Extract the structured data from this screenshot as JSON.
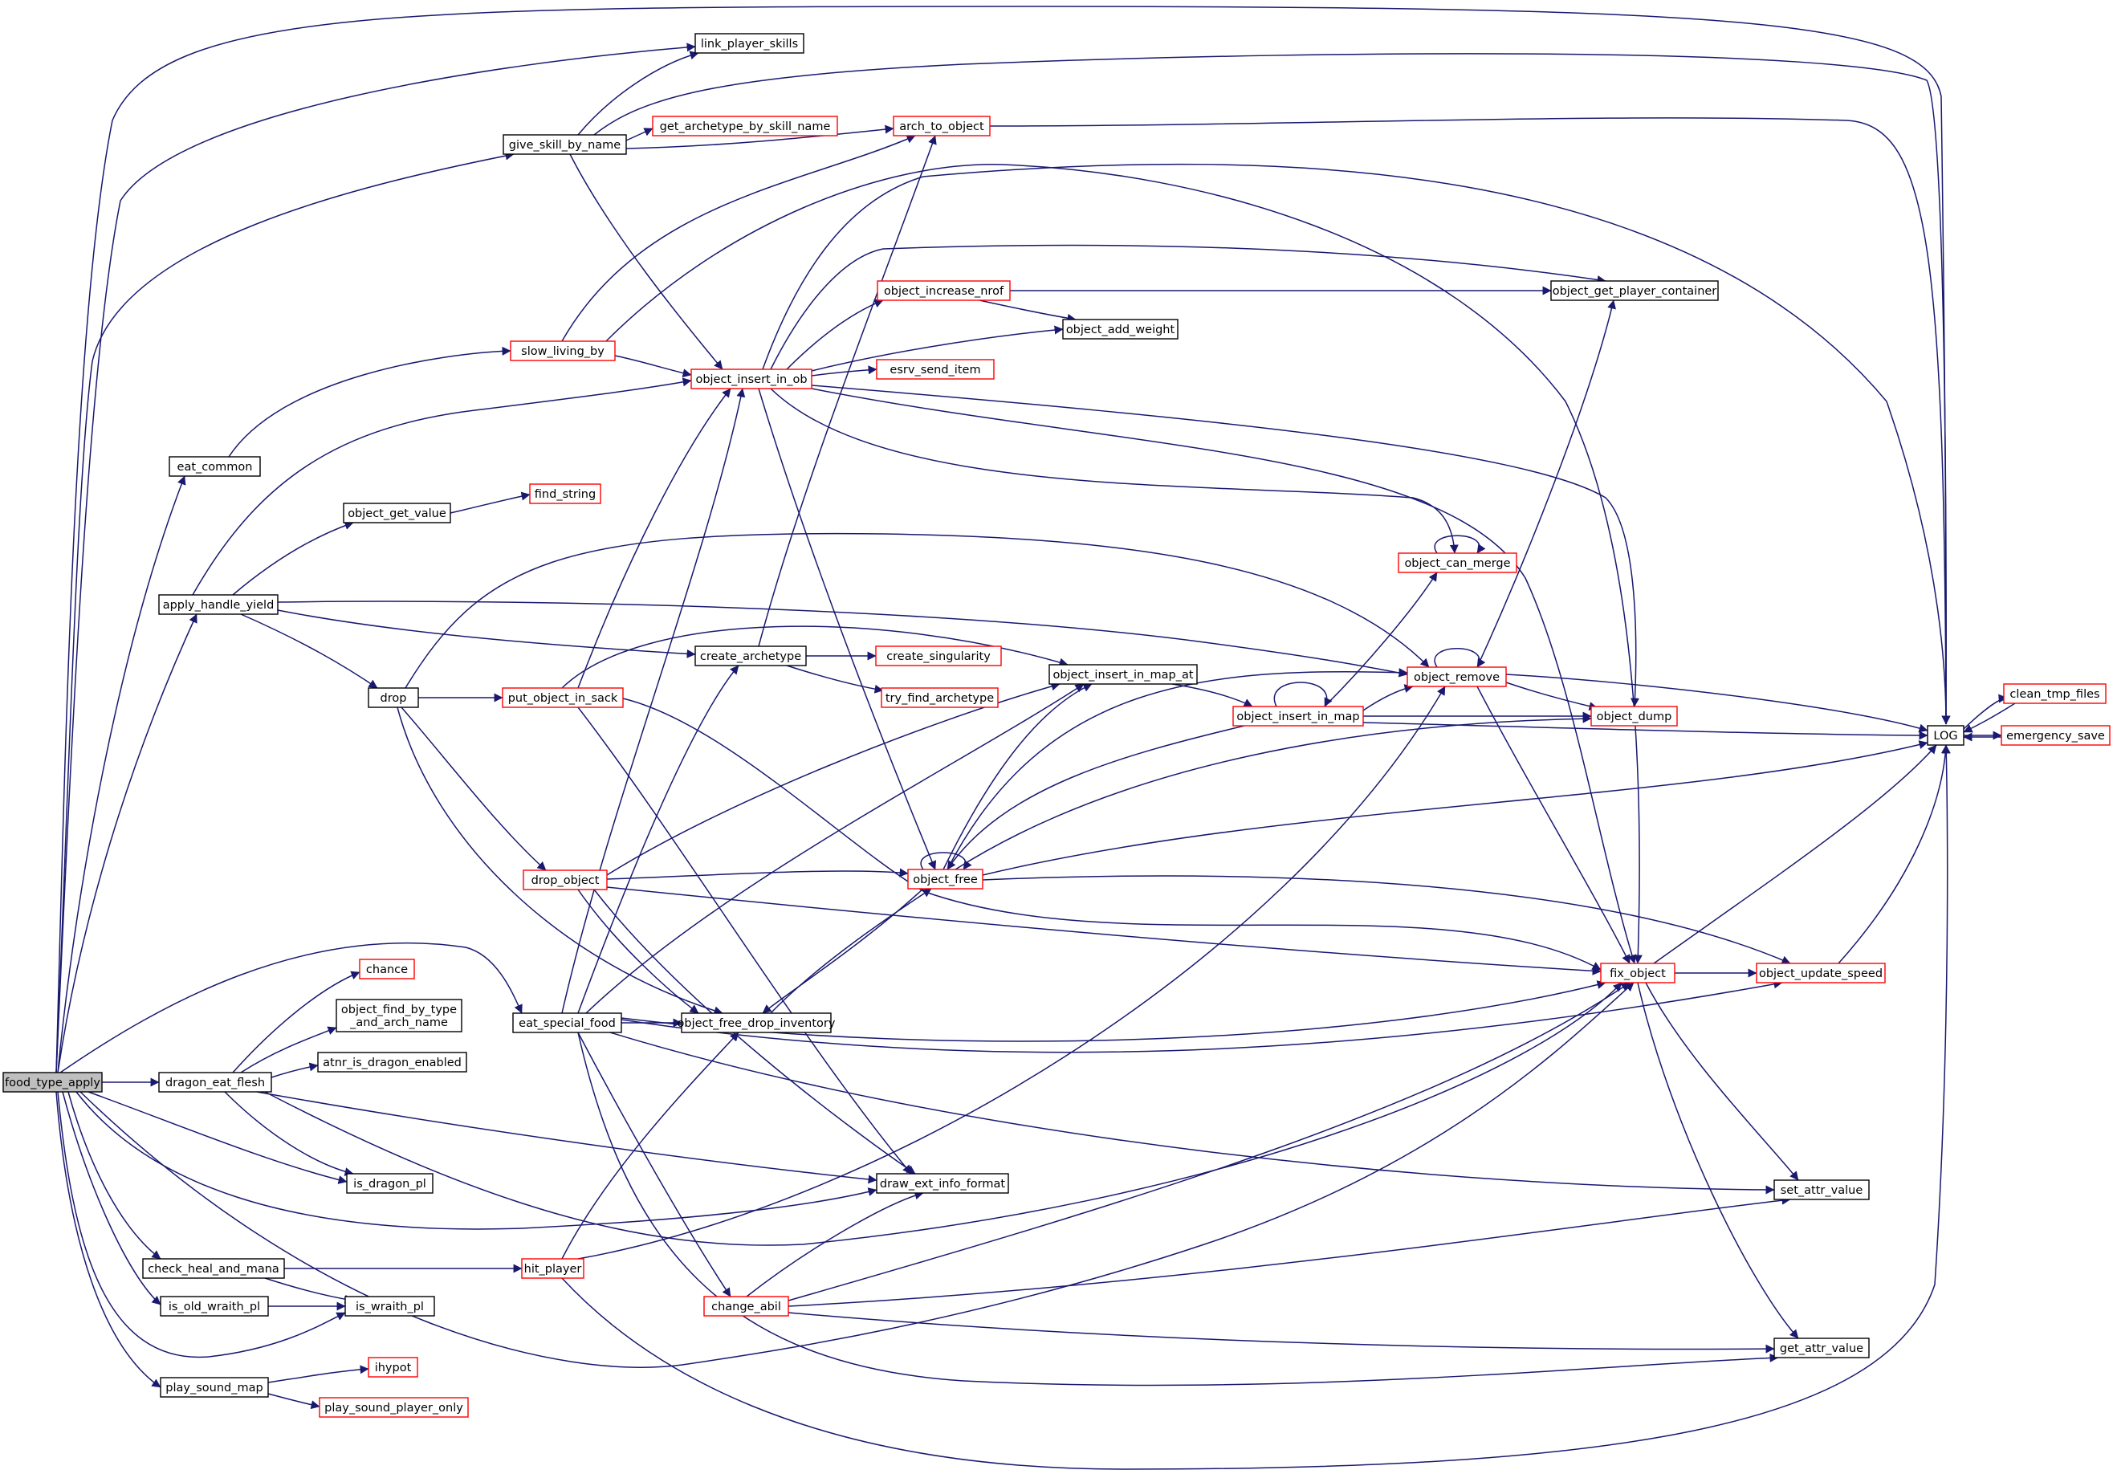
{
  "colors": {
    "edge": "#191970",
    "node_border_normal": "#000000",
    "node_border_truncated": "#ff0000",
    "node_fill": "#ffffff",
    "root_fill": "#bfbfbf",
    "text": "#000000"
  },
  "nodes": [
    {
      "id": "food_type_apply",
      "label": "food_type_apply",
      "style": "root"
    },
    {
      "id": "link_player_skills",
      "label": "link_player_skills",
      "style": "normal"
    },
    {
      "id": "give_skill_by_name",
      "label": "give_skill_by_name",
      "style": "normal"
    },
    {
      "id": "get_archetype_by_skill_name",
      "label": "get_archetype_by_skill_name",
      "style": "truncated"
    },
    {
      "id": "arch_to_object",
      "label": "arch_to_object",
      "style": "truncated"
    },
    {
      "id": "object_increase_nrof",
      "label": "object_increase_nrof",
      "style": "truncated"
    },
    {
      "id": "object_get_player_container",
      "label": "object_get_player_container",
      "style": "normal"
    },
    {
      "id": "object_add_weight",
      "label": "object_add_weight",
      "style": "normal"
    },
    {
      "id": "slow_living_by",
      "label": "slow_living_by",
      "style": "truncated"
    },
    {
      "id": "object_insert_in_ob",
      "label": "object_insert_in_ob",
      "style": "truncated"
    },
    {
      "id": "esrv_send_item",
      "label": "esrv_send_item",
      "style": "truncated"
    },
    {
      "id": "eat_common",
      "label": "eat_common",
      "style": "normal"
    },
    {
      "id": "object_get_value",
      "label": "object_get_value",
      "style": "normal"
    },
    {
      "id": "find_string",
      "label": "find_string",
      "style": "truncated"
    },
    {
      "id": "object_can_merge",
      "label": "object_can_merge",
      "style": "truncated"
    },
    {
      "id": "apply_handle_yield",
      "label": "apply_handle_yield",
      "style": "normal"
    },
    {
      "id": "create_archetype",
      "label": "create_archetype",
      "style": "normal"
    },
    {
      "id": "create_singularity",
      "label": "create_singularity",
      "style": "truncated"
    },
    {
      "id": "object_insert_in_map_at",
      "label": "object_insert_in_map_at",
      "style": "normal"
    },
    {
      "id": "object_remove",
      "label": "object_remove",
      "style": "truncated"
    },
    {
      "id": "clean_tmp_files",
      "label": "clean_tmp_files",
      "style": "truncated"
    },
    {
      "id": "drop",
      "label": "drop",
      "style": "normal"
    },
    {
      "id": "put_object_in_sack",
      "label": "put_object_in_sack",
      "style": "truncated"
    },
    {
      "id": "try_find_archetype",
      "label": "try_find_archetype",
      "style": "truncated"
    },
    {
      "id": "object_insert_in_map",
      "label": "object_insert_in_map",
      "style": "truncated"
    },
    {
      "id": "object_dump",
      "label": "object_dump",
      "style": "truncated"
    },
    {
      "id": "LOG",
      "label": "LOG",
      "style": "normal"
    },
    {
      "id": "emergency_save",
      "label": "emergency_save",
      "style": "truncated"
    },
    {
      "id": "drop_object",
      "label": "drop_object",
      "style": "truncated"
    },
    {
      "id": "object_free",
      "label": "object_free",
      "style": "truncated"
    },
    {
      "id": "chance",
      "label": "chance",
      "style": "truncated"
    },
    {
      "id": "fix_object",
      "label": "fix_object",
      "style": "truncated"
    },
    {
      "id": "object_update_speed",
      "label": "object_update_speed",
      "style": "truncated"
    },
    {
      "id": "object_find_by_type_and_arch_name",
      "label": "object_find_by_type\n_and_arch_name",
      "style": "normal"
    },
    {
      "id": "eat_special_food",
      "label": "eat_special_food",
      "style": "normal"
    },
    {
      "id": "object_free_drop_inventory",
      "label": "object_free_drop_inventory",
      "style": "normal"
    },
    {
      "id": "atnr_is_dragon_enabled",
      "label": "atnr_is_dragon_enabled",
      "style": "normal"
    },
    {
      "id": "dragon_eat_flesh",
      "label": "dragon_eat_flesh",
      "style": "normal"
    },
    {
      "id": "is_dragon_pl",
      "label": "is_dragon_pl",
      "style": "normal"
    },
    {
      "id": "draw_ext_info_format",
      "label": "draw_ext_info_format",
      "style": "normal"
    },
    {
      "id": "set_attr_value",
      "label": "set_attr_value",
      "style": "normal"
    },
    {
      "id": "check_heal_and_mana",
      "label": "check_heal_and_mana",
      "style": "normal"
    },
    {
      "id": "hit_player",
      "label": "hit_player",
      "style": "truncated"
    },
    {
      "id": "is_old_wraith_pl",
      "label": "is_old_wraith_pl",
      "style": "normal"
    },
    {
      "id": "is_wraith_pl",
      "label": "is_wraith_pl",
      "style": "normal"
    },
    {
      "id": "change_abil",
      "label": "change_abil",
      "style": "truncated"
    },
    {
      "id": "get_attr_value",
      "label": "get_attr_value",
      "style": "normal"
    },
    {
      "id": "ihypot",
      "label": "ihypot",
      "style": "truncated"
    },
    {
      "id": "play_sound_map",
      "label": "play_sound_map",
      "style": "normal"
    },
    {
      "id": "play_sound_player_only",
      "label": "play_sound_player_only",
      "style": "truncated"
    }
  ],
  "edges": [
    [
      "food_type_apply",
      "LOG"
    ],
    [
      "food_type_apply",
      "link_player_skills"
    ],
    [
      "food_type_apply",
      "give_skill_by_name"
    ],
    [
      "food_type_apply",
      "eat_common"
    ],
    [
      "food_type_apply",
      "apply_handle_yield"
    ],
    [
      "food_type_apply",
      "eat_special_food"
    ],
    [
      "food_type_apply",
      "dragon_eat_flesh"
    ],
    [
      "food_type_apply",
      "is_dragon_pl"
    ],
    [
      "food_type_apply",
      "draw_ext_info_format"
    ],
    [
      "food_type_apply",
      "check_heal_and_mana"
    ],
    [
      "food_type_apply",
      "is_old_wraith_pl"
    ],
    [
      "food_type_apply",
      "is_wraith_pl"
    ],
    [
      "food_type_apply",
      "play_sound_map"
    ],
    [
      "food_type_apply",
      "fix_object"
    ],
    [
      "give_skill_by_name",
      "link_player_skills"
    ],
    [
      "give_skill_by_name",
      "get_archetype_by_skill_name"
    ],
    [
      "give_skill_by_name",
      "arch_to_object"
    ],
    [
      "give_skill_by_name",
      "object_insert_in_ob"
    ],
    [
      "give_skill_by_name",
      "LOG"
    ],
    [
      "arch_to_object",
      "LOG"
    ],
    [
      "eat_common",
      "slow_living_by"
    ],
    [
      "slow_living_by",
      "arch_to_object"
    ],
    [
      "slow_living_by",
      "object_insert_in_ob"
    ],
    [
      "slow_living_by",
      "fix_object"
    ],
    [
      "object_insert_in_ob",
      "object_increase_nrof"
    ],
    [
      "object_insert_in_ob",
      "object_add_weight"
    ],
    [
      "object_insert_in_ob",
      "esrv_send_item"
    ],
    [
      "object_insert_in_ob",
      "object_get_player_container"
    ],
    [
      "object_insert_in_ob",
      "LOG"
    ],
    [
      "object_insert_in_ob",
      "object_can_merge"
    ],
    [
      "object_insert_in_ob",
      "object_dump"
    ],
    [
      "object_insert_in_ob",
      "object_free"
    ],
    [
      "object_insert_in_ob",
      "fix_object"
    ],
    [
      "object_increase_nrof",
      "object_get_player_container"
    ],
    [
      "object_increase_nrof",
      "object_add_weight"
    ],
    [
      "object_get_value",
      "find_string"
    ],
    [
      "apply_handle_yield",
      "object_get_value"
    ],
    [
      "apply_handle_yield",
      "object_insert_in_ob"
    ],
    [
      "apply_handle_yield",
      "create_archetype"
    ],
    [
      "apply_handle_yield",
      "drop"
    ],
    [
      "apply_handle_yield",
      "object_remove"
    ],
    [
      "create_archetype",
      "arch_to_object"
    ],
    [
      "create_archetype",
      "create_singularity"
    ],
    [
      "create_archetype",
      "try_find_archetype"
    ],
    [
      "drop",
      "put_object_in_sack"
    ],
    [
      "drop",
      "drop_object"
    ],
    [
      "drop",
      "object_remove"
    ],
    [
      "drop",
      "object_free_drop_inventory"
    ],
    [
      "put_object_in_sack",
      "object_insert_in_ob"
    ],
    [
      "put_object_in_sack",
      "object_insert_in_map_at"
    ],
    [
      "put_object_in_sack",
      "draw_ext_info_format"
    ],
    [
      "put_object_in_sack",
      "fix_object"
    ],
    [
      "object_insert_in_map_at",
      "object_insert_in_map"
    ],
    [
      "object_insert_in_map",
      "object_remove"
    ],
    [
      "object_insert_in_map",
      "object_can_merge"
    ],
    [
      "object_insert_in_map",
      "object_dump"
    ],
    [
      "object_insert_in_map",
      "LOG"
    ],
    [
      "object_insert_in_map",
      "object_free"
    ],
    [
      "object_insert_in_map",
      "object_insert_in_map"
    ],
    [
      "object_remove",
      "object_get_player_container"
    ],
    [
      "object_remove",
      "object_dump"
    ],
    [
      "object_remove",
      "LOG"
    ],
    [
      "object_remove",
      "fix_object"
    ],
    [
      "object_remove",
      "object_remove"
    ],
    [
      "object_can_merge",
      "object_can_merge"
    ],
    [
      "LOG",
      "clean_tmp_files"
    ],
    [
      "LOG",
      "emergency_save"
    ],
    [
      "clean_tmp_files",
      "LOG"
    ],
    [
      "emergency_save",
      "LOG"
    ],
    [
      "drop_object",
      "object_insert_in_map_at"
    ],
    [
      "drop_object",
      "object_free"
    ],
    [
      "drop_object",
      "fix_object"
    ],
    [
      "drop_object",
      "object_free_drop_inventory"
    ],
    [
      "drop_object",
      "draw_ext_info_format"
    ],
    [
      "object_free",
      "object_free"
    ],
    [
      "object_free",
      "object_remove"
    ],
    [
      "object_free",
      "object_insert_in_map_at"
    ],
    [
      "object_free",
      "object_dump"
    ],
    [
      "object_free",
      "LOG"
    ],
    [
      "object_free",
      "object_update_speed"
    ],
    [
      "object_free",
      "object_free_drop_inventory"
    ],
    [
      "object_free_drop_inventory",
      "object_free"
    ],
    [
      "fix_object",
      "object_update_speed"
    ],
    [
      "fix_object",
      "LOG"
    ],
    [
      "fix_object",
      "set_attr_value"
    ],
    [
      "fix_object",
      "get_attr_value"
    ],
    [
      "object_update_speed",
      "LOG"
    ],
    [
      "dragon_eat_flesh",
      "chance"
    ],
    [
      "dragon_eat_flesh",
      "object_find_by_type_and_arch_name"
    ],
    [
      "dragon_eat_flesh",
      "atnr_is_dragon_enabled"
    ],
    [
      "dragon_eat_flesh",
      "is_dragon_pl"
    ],
    [
      "dragon_eat_flesh",
      "draw_ext_info_format"
    ],
    [
      "dragon_eat_flesh",
      "fix_object"
    ],
    [
      "eat_special_food",
      "create_archetype"
    ],
    [
      "eat_special_food",
      "object_insert_in_ob"
    ],
    [
      "eat_special_food",
      "object_insert_in_map_at"
    ],
    [
      "eat_special_food",
      "object_free_drop_inventory"
    ],
    [
      "eat_special_food",
      "fix_object"
    ],
    [
      "eat_special_food",
      "object_update_speed"
    ],
    [
      "eat_special_food",
      "set_attr_value"
    ],
    [
      "eat_special_food",
      "change_abil"
    ],
    [
      "eat_special_food",
      "get_attr_value"
    ],
    [
      "check_heal_and_mana",
      "hit_player"
    ],
    [
      "check_heal_and_mana",
      "is_wraith_pl"
    ],
    [
      "hit_player",
      "object_free_drop_inventory"
    ],
    [
      "hit_player",
      "object_remove"
    ],
    [
      "hit_player",
      "LOG"
    ],
    [
      "is_old_wraith_pl",
      "is_wraith_pl"
    ],
    [
      "change_abil",
      "draw_ext_info_format"
    ],
    [
      "change_abil",
      "fix_object"
    ],
    [
      "change_abil",
      "set_attr_value"
    ],
    [
      "change_abil",
      "get_attr_value"
    ],
    [
      "play_sound_map",
      "ihypot"
    ],
    [
      "play_sound_map",
      "play_sound_player_only"
    ]
  ]
}
